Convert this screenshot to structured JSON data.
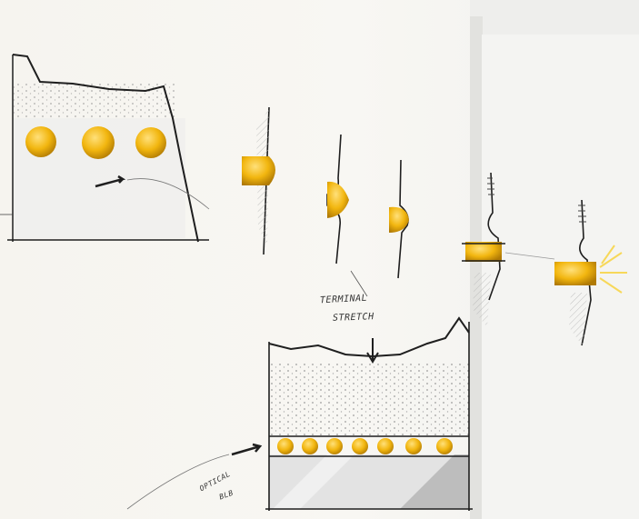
{
  "sketch": {
    "annotations": {
      "terminal_line1": "TERMINAL",
      "terminal_line2": "STRETCH",
      "optical_line1": "OPTICAL",
      "optical_line2": "BLB"
    },
    "colors": {
      "yellow": "#f2b60f",
      "ink": "#1f1f1f",
      "paper": "#f7f5f0",
      "wall_shadow": "#e7e7e4",
      "grey_wash": "#d8d8d8"
    }
  }
}
